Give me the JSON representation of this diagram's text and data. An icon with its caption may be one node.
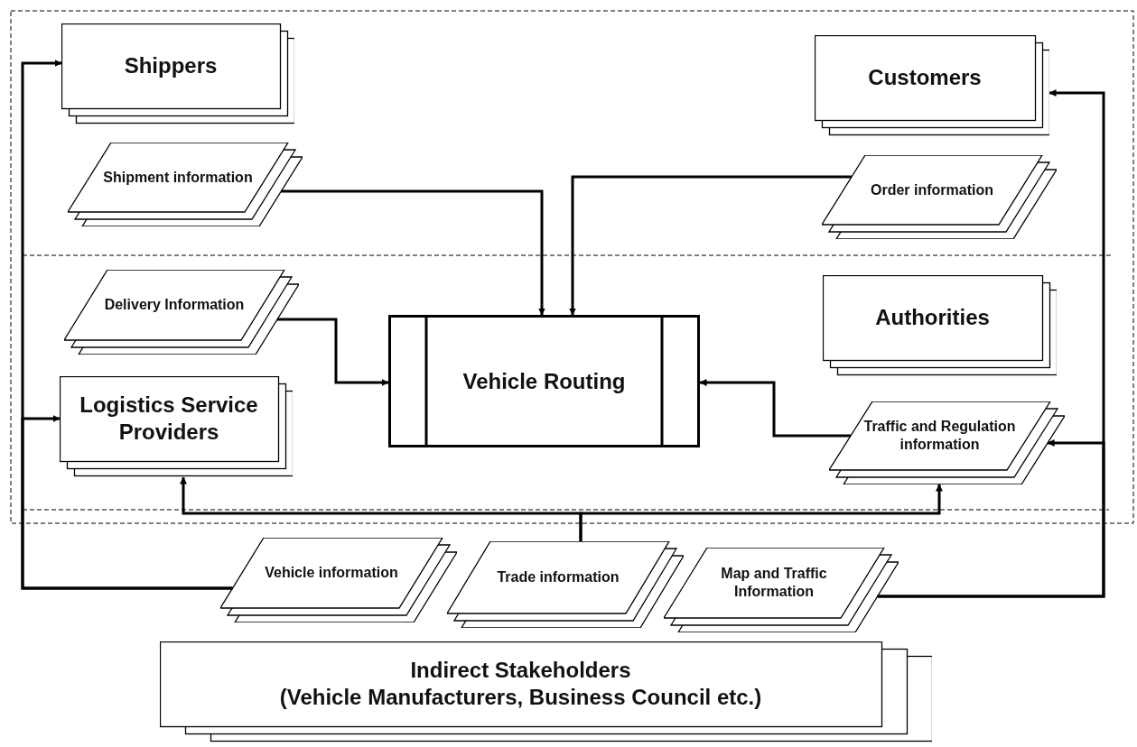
{
  "diagram": {
    "nodes": [
      {
        "text": [
          "Shippers"
        ]
      },
      {
        "text": [
          "Customers"
        ]
      },
      {
        "text": [
          "Shipment information"
        ]
      },
      {
        "text": [
          "Order information"
        ]
      },
      {
        "text": [
          "Delivery Information"
        ]
      },
      {
        "text": [
          "Vehicle Routing"
        ]
      },
      {
        "text": [
          "Authorities"
        ]
      },
      {
        "text": [
          "Logistics Service Providers"
        ]
      },
      {
        "text": [
          "Traffic and Regulation information"
        ]
      },
      {
        "text": [
          "Vehicle information"
        ]
      },
      {
        "text": [
          "Trade information"
        ]
      },
      {
        "text": [
          "Map and Traffic Information"
        ]
      },
      {
        "text": [
          "Indirect Stakeholders",
          "(Vehicle Manufacturers, Business Council etc.)"
        ]
      }
    ],
    "edges": [
      {
        "from": 2,
        "to": 5,
        "arrow": "to"
      },
      {
        "from": 3,
        "to": 5,
        "arrow": "to"
      },
      {
        "from": 4,
        "to": 5,
        "arrow": "to"
      },
      {
        "from": 8,
        "to": 5,
        "arrow": "to"
      },
      {
        "from": 9,
        "to": 0,
        "arrow": "to"
      },
      {
        "from": 9,
        "to": 7,
        "arrow": "to"
      },
      {
        "from": 10,
        "to": 7,
        "arrow": "to"
      },
      {
        "from": 10,
        "to": 8,
        "arrow": "to"
      },
      {
        "from": 11,
        "to": 1,
        "arrow": "to"
      },
      {
        "from": 11,
        "to": 8,
        "arrow": "to"
      }
    ]
  }
}
